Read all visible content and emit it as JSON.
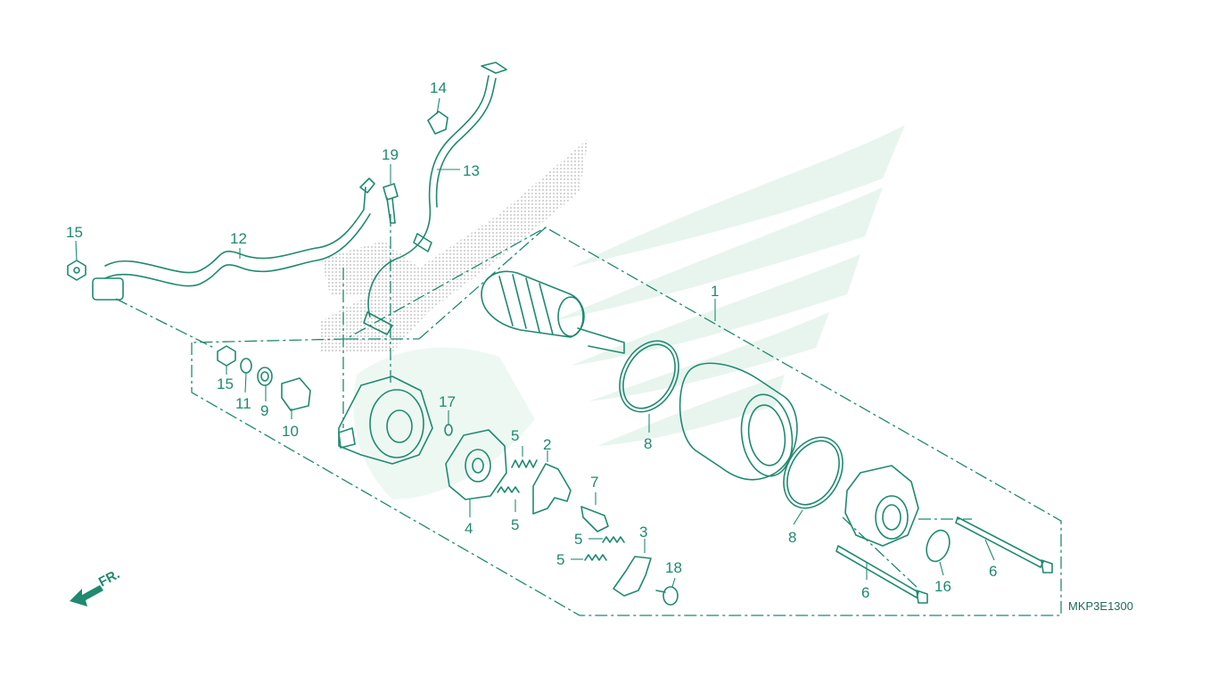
{
  "diagram": {
    "drawing_code": "MKP3E1300",
    "direction_marker": "FR.",
    "accent_color": "#1f8a70",
    "watermark_color": "#e6f4ee",
    "callouts": [
      {
        "id": "c1",
        "text": "1"
      },
      {
        "id": "c2",
        "text": "2"
      },
      {
        "id": "c3",
        "text": "3"
      },
      {
        "id": "c4",
        "text": "4"
      },
      {
        "id": "c5a",
        "text": "5"
      },
      {
        "id": "c5b",
        "text": "5"
      },
      {
        "id": "c5c",
        "text": "5"
      },
      {
        "id": "c5d",
        "text": "5"
      },
      {
        "id": "c6a",
        "text": "6"
      },
      {
        "id": "c6b",
        "text": "6"
      },
      {
        "id": "c7",
        "text": "7"
      },
      {
        "id": "c8a",
        "text": "8"
      },
      {
        "id": "c8b",
        "text": "8"
      },
      {
        "id": "c9",
        "text": "9"
      },
      {
        "id": "c10",
        "text": "10"
      },
      {
        "id": "c11",
        "text": "11"
      },
      {
        "id": "c12",
        "text": "12"
      },
      {
        "id": "c13",
        "text": "13"
      },
      {
        "id": "c14",
        "text": "14"
      },
      {
        "id": "c15a",
        "text": "15"
      },
      {
        "id": "c15b",
        "text": "15"
      },
      {
        "id": "c16",
        "text": "16"
      },
      {
        "id": "c17",
        "text": "17"
      },
      {
        "id": "c18",
        "text": "18"
      },
      {
        "id": "c19",
        "text": "19"
      }
    ]
  }
}
